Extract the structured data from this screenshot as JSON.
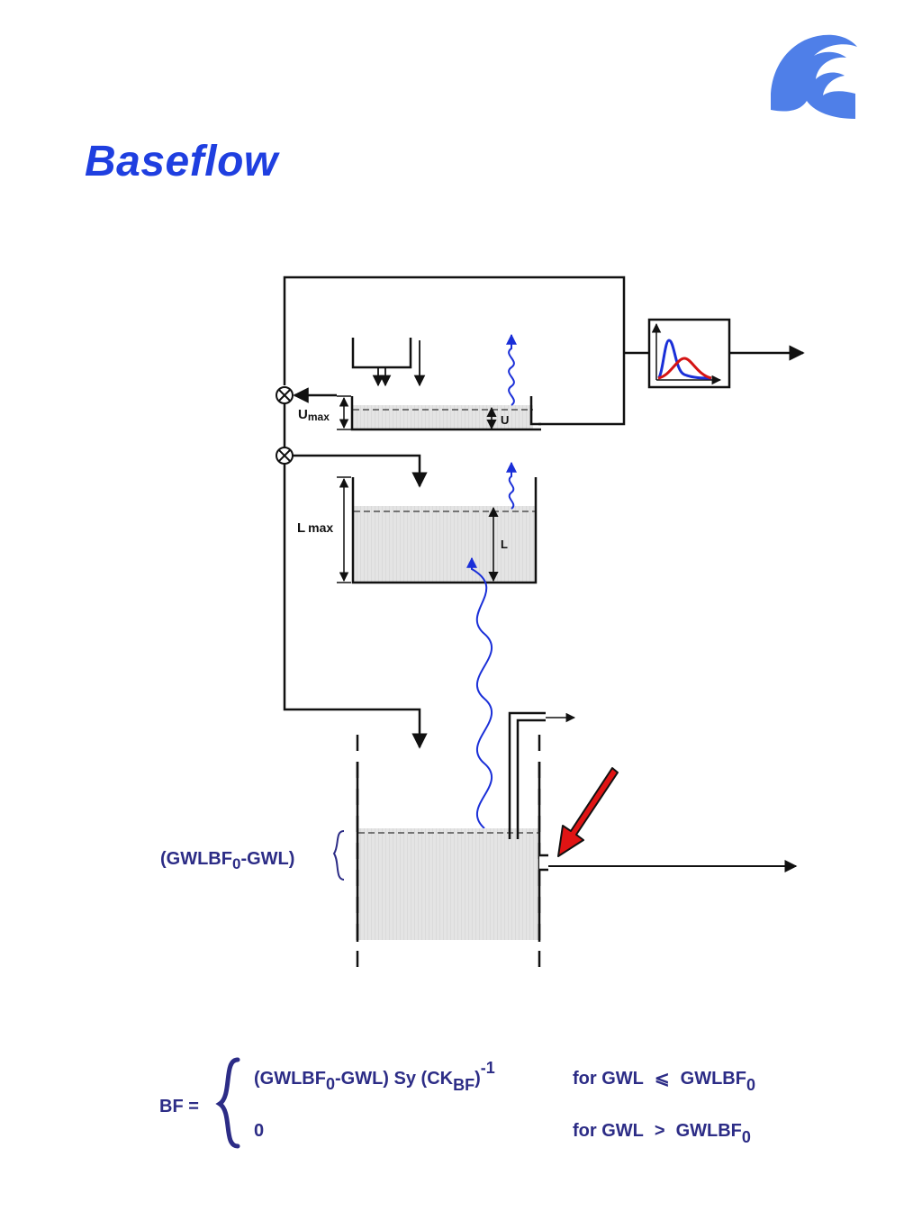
{
  "title": "Baseflow",
  "colors": {
    "title": "#1f3fe0",
    "logo": "#4f7fe8",
    "arrow_fill": "#e01414",
    "water": "#dcdcdc",
    "wave": "#1a2fd8",
    "equation": "#2c2c86",
    "hydrograph_blue": "#1a2fd8",
    "hydrograph_red": "#d41414"
  },
  "icons": {
    "logo": "wave-logo-icon",
    "junction": "junction-cross-icon",
    "hydrograph": "hydrograph-icon",
    "evaporation": "wavy-arrow-icon",
    "highlight": "red-arrow-icon"
  },
  "diagram": {
    "surface_storage": {
      "max_label": "U",
      "max_label_sub": "max",
      "level_label": "U"
    },
    "root_zone_storage": {
      "max_label": "L",
      "max_label_sub": "max",
      "level_label": "L"
    },
    "groundwater": {
      "brace_label": {
        "pre": "(GWLBF",
        "sub": "0",
        "post": "-GWL)"
      }
    }
  },
  "equation": {
    "lhs": "BF =",
    "case1": {
      "expr_pre": "(GWLBF",
      "expr_sub1": "0",
      "expr_mid": "-GWL) Sy (CK",
      "expr_sub2": "BF",
      "expr_post": ")",
      "expr_sup": "-1",
      "cond_pre": "for GWL",
      "cond_op": "⩽",
      "cond_rhs": "GWLBF",
      "cond_sub": "0"
    },
    "case2": {
      "expr": "0",
      "cond_pre": "for GWL",
      "cond_op": ">",
      "cond_rhs": "GWLBF",
      "cond_sub": "0"
    }
  }
}
